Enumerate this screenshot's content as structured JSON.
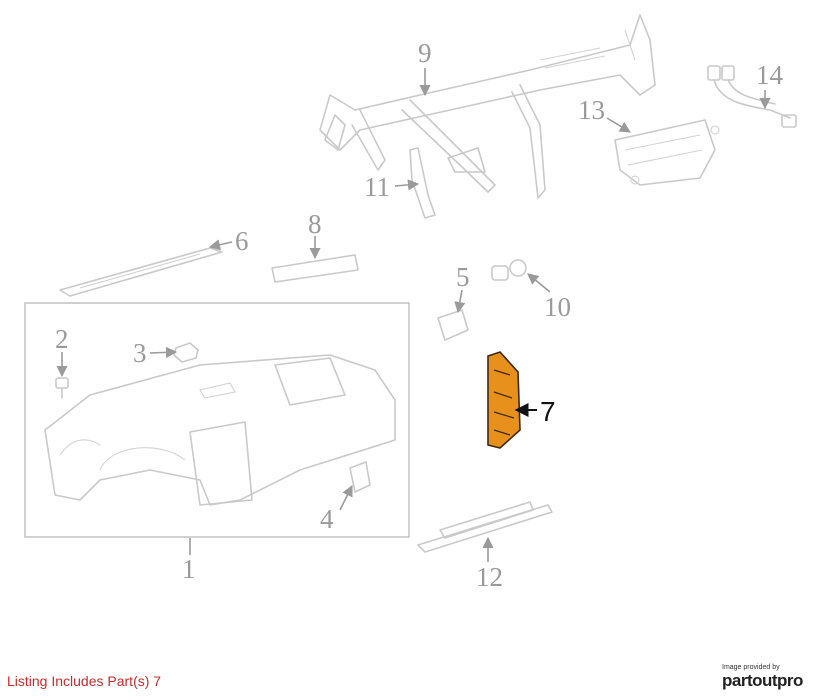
{
  "colors": {
    "highlight": "#e8901c",
    "line": "#c9c9c9",
    "callout": "#9a9a9a",
    "footer": "#cc2a2a"
  },
  "callouts": {
    "c1": "1",
    "c2": "2",
    "c3": "3",
    "c4": "4",
    "c5": "5",
    "c6": "6",
    "c7": "7",
    "c8": "8",
    "c9": "9",
    "c10": "10",
    "c11": "11",
    "c12": "12",
    "c13": "13",
    "c14": "14"
  },
  "footer": {
    "listing_text": "Listing Includes Part(s) 7"
  },
  "credit": {
    "caption": "Image provided by",
    "brand_part1": "partout",
    "brand_part2": "pro"
  }
}
